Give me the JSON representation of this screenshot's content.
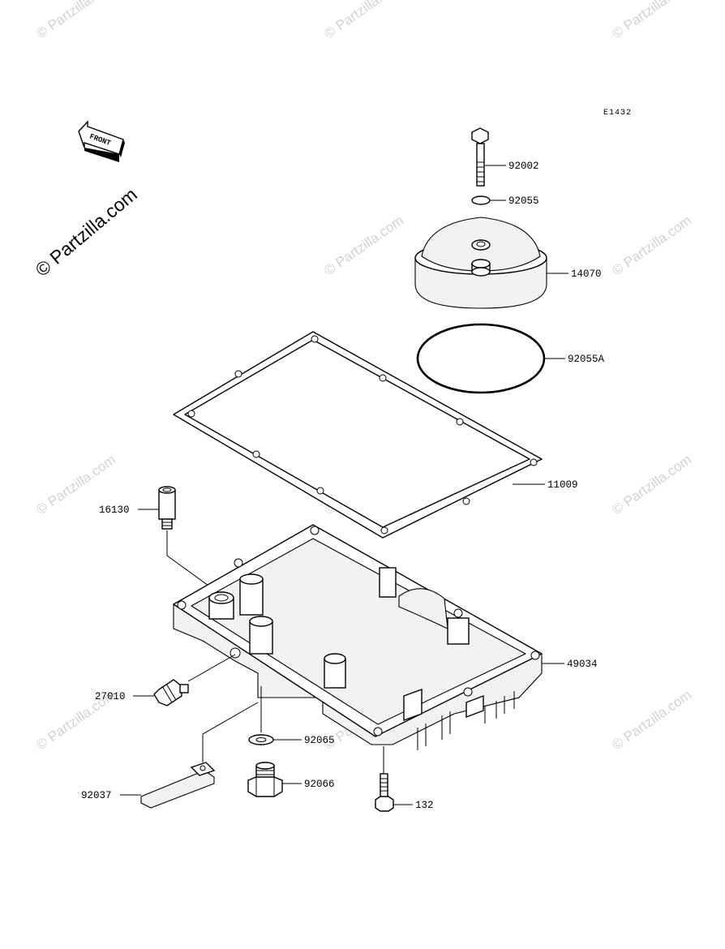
{
  "diagram": {
    "code": "E1432",
    "front_label": "FRONT",
    "watermark": "© Partzilla.com",
    "parts": [
      {
        "id": "bolt-top",
        "number": "92002"
      },
      {
        "id": "o-ring-small",
        "number": "92055"
      },
      {
        "id": "cover",
        "number": "14070"
      },
      {
        "id": "o-ring-large",
        "number": "92055A"
      },
      {
        "id": "gasket",
        "number": "11009"
      },
      {
        "id": "fitting",
        "number": "16130"
      },
      {
        "id": "oil-pan",
        "number": "49034"
      },
      {
        "id": "switch",
        "number": "27010"
      },
      {
        "id": "washer",
        "number": "92065"
      },
      {
        "id": "lead",
        "number": "92037"
      },
      {
        "id": "drain-plug",
        "number": "92066"
      },
      {
        "id": "bolt-bottom",
        "number": "132"
      }
    ]
  }
}
